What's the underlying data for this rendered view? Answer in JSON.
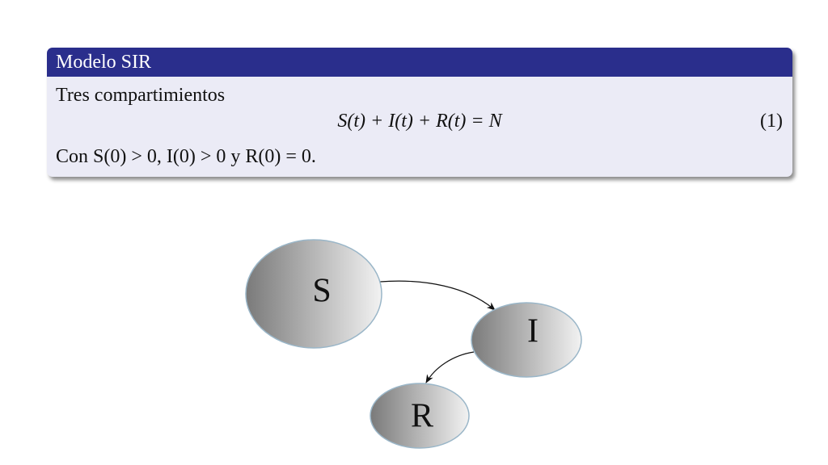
{
  "block": {
    "title": "Modelo SIR",
    "intro": "Tres compartimientos",
    "equation": "S(t) + I(t) + R(t) = N",
    "equation_number": "(1)",
    "conditions": "Con S(0) > 0, I(0) > 0 y R(0) = 0."
  },
  "diagram": {
    "nodes": {
      "s": "S",
      "i": "I",
      "r": "R"
    },
    "edges": [
      {
        "from": "S",
        "to": "I"
      },
      {
        "from": "I",
        "to": "R"
      }
    ]
  },
  "colors": {
    "title_bar": "#2a2e8c",
    "block_body": "#ebebf6",
    "node_dark": "#7a7a7a",
    "node_light": "#f2f2f2",
    "node_border": "#9ab6c8"
  }
}
